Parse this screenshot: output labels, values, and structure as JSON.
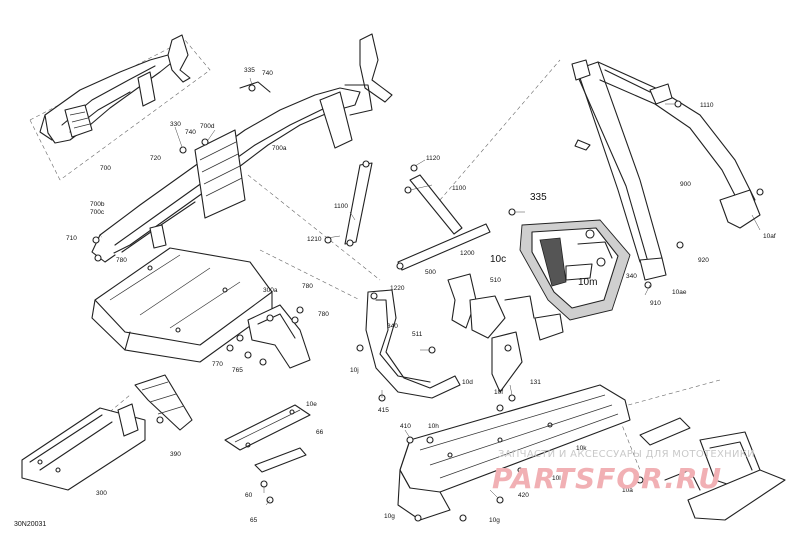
{
  "diagram_code": "30N20031",
  "watermark": {
    "line1": "ЗАПЧАСТИ И АКСЕССУАРЫ ДЛЯ МОТОТЕХНИКИ",
    "line2": "PARTSFOR.RU"
  },
  "labels": {
    "l335a": "335",
    "l740a": "740",
    "l330": "330",
    "l740b": "740",
    "l700d": "700d",
    "l720": "720",
    "l700": "700",
    "l700a": "700a",
    "l700b": "700b",
    "l700c": "700c",
    "l710": "710",
    "l780a": "780",
    "l1110": "1110",
    "l900": "900",
    "l10af": "10af",
    "l1120": "1120",
    "l1100a": "1100",
    "l1100b": "1100",
    "l1210": "1210",
    "l1200": "1200",
    "l335b": "335",
    "l10c": "10c",
    "l10m": "10m",
    "l340a": "340",
    "l920": "920",
    "l910": "910",
    "l10ae": "10ae",
    "l500": "500",
    "l510": "510",
    "l1220": "1220",
    "l340b": "340",
    "l511": "511",
    "l10j": "10j",
    "l10d": "10d",
    "l780b": "780",
    "l300a": "300a",
    "l780c": "780",
    "l770": "770",
    "l765": "765",
    "l415": "415",
    "l131": "131",
    "l10f": "10f",
    "l410": "410",
    "l10h": "10h",
    "l10e": "10e",
    "l66": "66",
    "l390": "390",
    "l300": "300",
    "l60": "60",
    "l65": "65",
    "l420": "420",
    "l10g_a": "10g",
    "l10g_b": "10g",
    "l10k": "10k",
    "l10l": "10l",
    "l10a": "10a"
  }
}
